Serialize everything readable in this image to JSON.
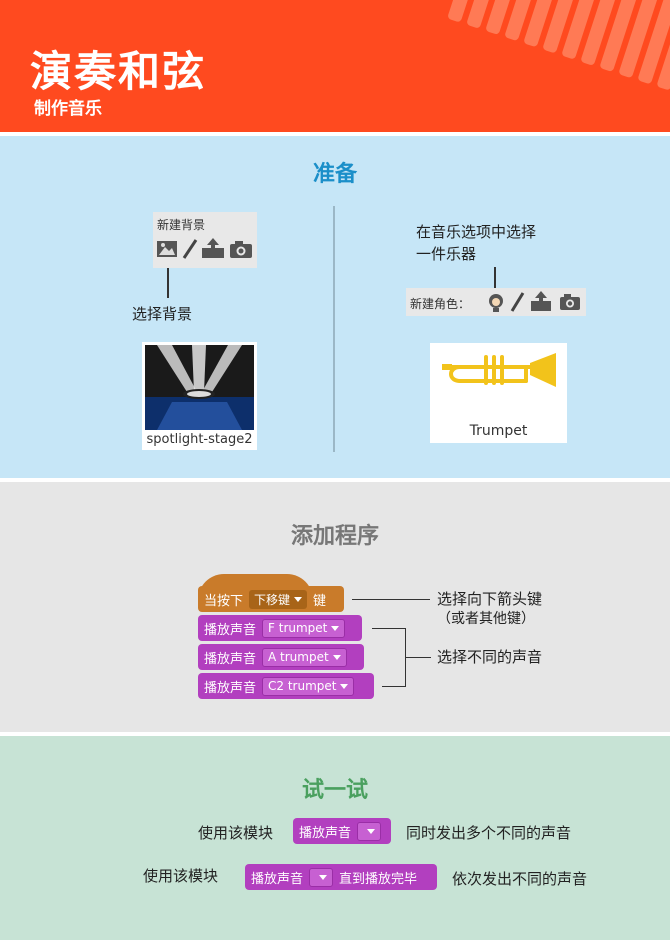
{
  "header": {
    "title": "演奏和弦",
    "subtitle": "制作音乐"
  },
  "prepare": {
    "title": "准备",
    "left": {
      "menu_label": "新建背景",
      "note": "选择背景",
      "image_caption": "spotlight-stage2"
    },
    "right": {
      "note_line1": "在音乐选项中选择",
      "note_line2": "一件乐器",
      "menu_label": "新建角色：",
      "image_caption": "Trumpet"
    }
  },
  "program": {
    "title": "添加程序",
    "hat_block": {
      "prefix": "当按下",
      "key": "下移键",
      "suffix": "键"
    },
    "sound_blocks": [
      {
        "label": "播放声音",
        "value": "F trumpet"
      },
      {
        "label": "播放声音",
        "value": "A trumpet"
      },
      {
        "label": "播放声音",
        "value": "C2 trumpet"
      }
    ],
    "note_key_line1": "选择向下箭头键",
    "note_key_line2": "（或者其他键）",
    "note_sound": "选择不同的声音"
  },
  "try": {
    "title": "试一试",
    "row1": {
      "prefix": "使用该模块",
      "block_label": "播放声音",
      "suffix": "同时发出多个不同的声音"
    },
    "row2": {
      "prefix": "使用该模块",
      "block_label": "播放声音",
      "block_suffix": "直到播放完毕",
      "suffix": "依次发出不同的声音"
    }
  },
  "colors": {
    "header": "#ff4a1f",
    "prepare_bg": "#c6e6f7",
    "program_bg": "#e6e6e6",
    "try_bg": "#c7e3d5",
    "prepare_title": "#1b8fc9",
    "program_title": "#777777",
    "try_title": "#4aa05f",
    "event_block": "#c97b2a",
    "sound_block": "#b23fbf"
  }
}
